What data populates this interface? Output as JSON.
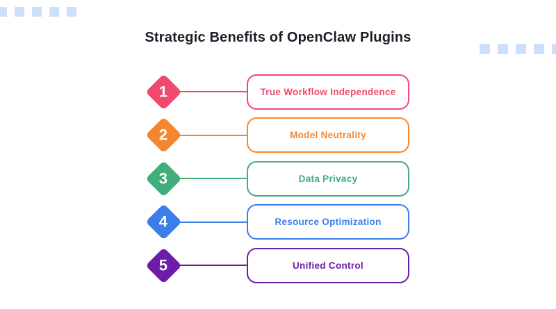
{
  "title": "Strategic Benefits of OpenClaw Plugins",
  "title_color": "#1d1d27",
  "background_color": "#ffffff",
  "decor": {
    "square_color": "#cde0fb",
    "top_left_count": 5,
    "right_count": 5
  },
  "items": [
    {
      "number": "1",
      "label": "True Workflow Independence",
      "color": "#f1486e"
    },
    {
      "number": "2",
      "label": "Model Neutrality",
      "color": "#f6862d"
    },
    {
      "number": "3",
      "label": "Data Privacy",
      "color": "#3fae7b"
    },
    {
      "number": "4",
      "label": "Resource Optimization",
      "color": "#3c7de9"
    },
    {
      "number": "5",
      "label": "Unified Control",
      "color": "#6c1ca6"
    }
  ]
}
